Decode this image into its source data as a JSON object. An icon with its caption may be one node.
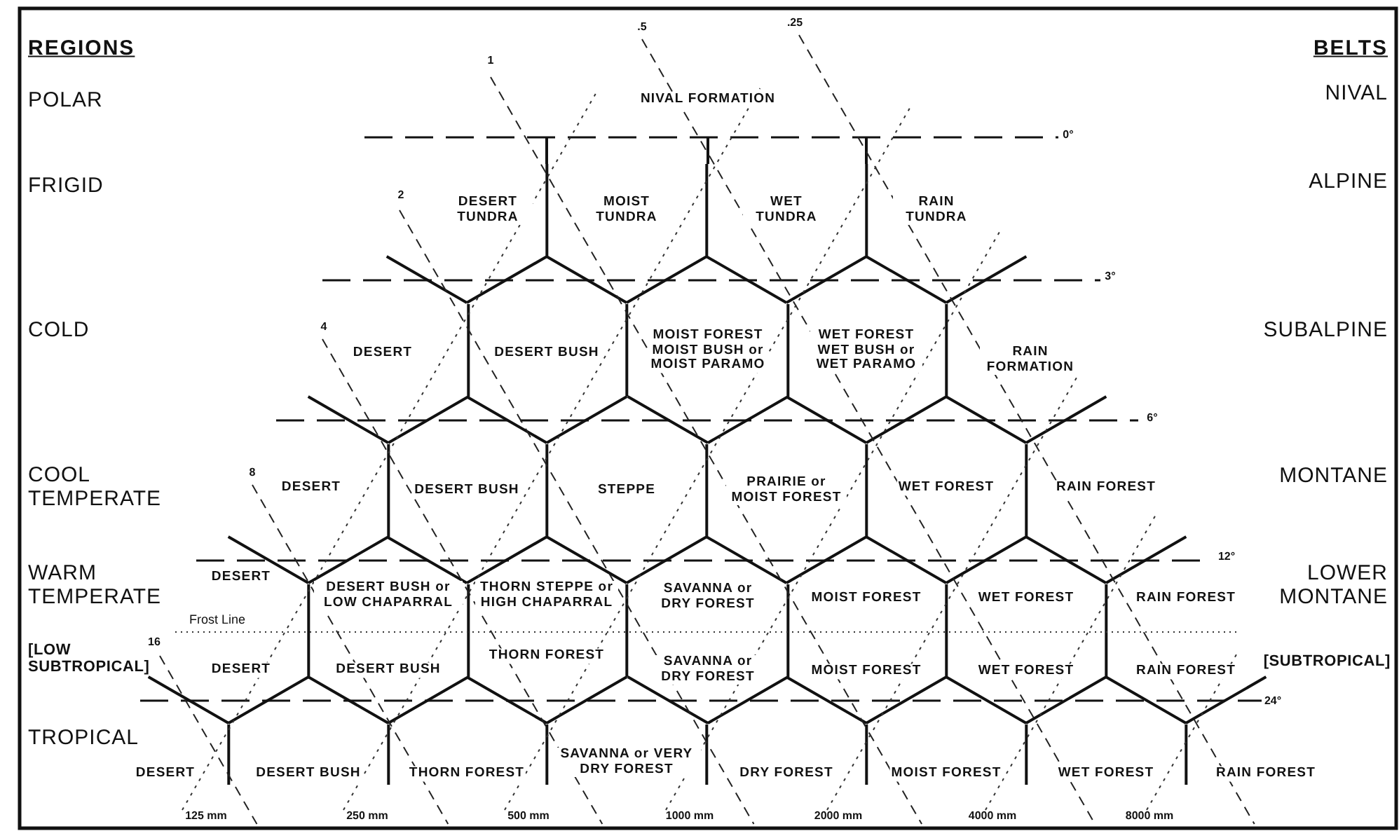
{
  "diagram": {
    "labels": [
      "REGIONS",
      "BELTS",
      "POLAR",
      ".5",
      ".25",
      "NIVAL FORMATION",
      "NIVAL",
      "1",
      "0°",
      "FRIGID",
      "DESERT TUNDRA",
      "MOIST TUNDRA",
      "WET TUNDRA",
      "RAIN TUNDRA",
      "ALPINE",
      "2",
      "3°",
      "COLD",
      "4",
      "DESERT",
      "DESERT BUSH",
      "MOIST FOREST MOIST BUSH or MOIST PARAMO",
      "WET FOREST WET BUSH or WET PARAMO",
      "RAIN FORMATION",
      "SUBALPINE",
      "6°",
      "COOL TEMPERATE",
      "8",
      "DESERT",
      "DESERT BUSH",
      "STEPPE",
      "PRAIRIE or MOIST FOREST",
      "WET FOREST",
      "RAIN FOREST",
      "MONTANE",
      "12°",
      "WARM TEMPERATE",
      "DESERT",
      "DESERT BUSH or LOW CHAPARRAL",
      "THORN STEPPE or HIGH CHAPARRAL",
      "SAVANNA or DRY FOREST",
      "MOIST FOREST",
      "WET FOREST",
      "RAIN FOREST",
      "LOWER MONTANE",
      "Frost Line",
      "[LOW SUBTROPICAL]",
      "16",
      "DESERT",
      "DESERT BUSH",
      "THORN FOREST",
      "SAVANNA or DRY FOREST",
      "MOIST FOREST",
      "WET FOREST",
      "RAIN FOREST",
      "[SUBTROPICAL]",
      "24°",
      "TROPICAL",
      "DESERT",
      "DESERT BUSH",
      "THORN FOREST",
      "SAVANNA or VERY DRY FOREST",
      "DRY FOREST",
      "MOIST FOREST",
      "WET FOREST",
      "RAIN FOREST",
      "125 mm",
      "250 mm",
      "500 mm",
      "1000 mm",
      "2000 mm",
      "4000 mm",
      "8000 mm"
    ]
  }
}
